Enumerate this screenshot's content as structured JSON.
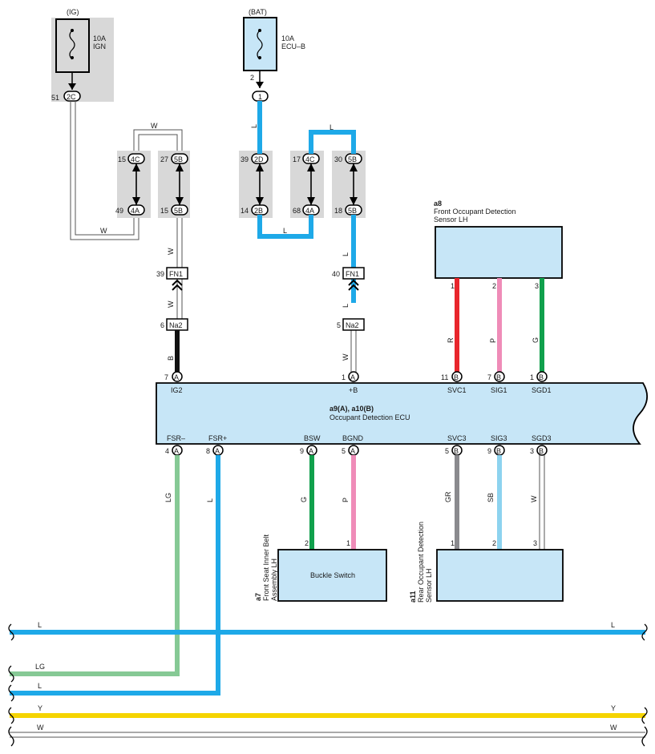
{
  "fuses": [
    {
      "source": "(IG)",
      "rating": "10A",
      "name": "IGN"
    },
    {
      "source": "(BAT)",
      "rating": "10A",
      "name": "ECU–B"
    }
  ],
  "pins": {
    "ig_fuse_pin": "51",
    "ig_fuse_conn": "2C",
    "bat_fuse_pin": "2",
    "bat_fuse_conn": "1",
    "j1_top_pin": "15",
    "j1_top_conn": "4C",
    "j1_bot_pin": "49",
    "j1_bot_conn": "4A",
    "j2_top_pin": "27",
    "j2_top_conn": "5B",
    "j2_bot_pin": "15",
    "j2_bot_conn": "5B",
    "j3_top_pin": "39",
    "j3_top_conn": "2D",
    "j3_bot_pin": "14",
    "j3_bot_conn": "2B",
    "j4_top_pin": "17",
    "j4_top_conn": "4C",
    "j4_bot_pin": "68",
    "j4_bot_conn": "4A",
    "j5_top_pin": "30",
    "j5_top_conn": "5B",
    "j5_bot_pin": "18",
    "j5_bot_conn": "5B",
    "fn1_left_pin": "39",
    "fn1_right_pin": "40",
    "fn1_name": "FN1",
    "na2_left_pin": "6",
    "na2_right_pin": "5",
    "na2_name": "Na2",
    "ecu_ig2_pin": "7",
    "ecu_b_pin": "1",
    "ecu_svc1_pin": "11",
    "ecu_sig1_pin": "7",
    "ecu_sgd1_pin": "1",
    "ecu_fsrm_pin": "4",
    "ecu_fsrp_pin": "8",
    "ecu_bsw_pin": "9",
    "ecu_bgnd_pin": "5",
    "ecu_svc3_pin": "5",
    "ecu_sig3_pin": "9",
    "ecu_sgd3_pin": "3",
    "conn_A": "A",
    "conn_B": "B",
    "a8_p1": "1",
    "a8_p2": "2",
    "a8_p3": "3",
    "a7_p2": "2",
    "a7_p1": "1",
    "a11_p1": "1",
    "a11_p2": "2",
    "a11_p3": "3"
  },
  "ecu": {
    "id": "a9(A), a10(B)",
    "name": "Occupant Detection ECU",
    "terms_top": [
      "IG2",
      "+B",
      "SVC1",
      "SIG1",
      "SGD1"
    ],
    "terms_bottom": [
      "FSR–",
      "FSR+",
      "BSW",
      "BGND",
      "SVC3",
      "SIG3",
      "SGD3"
    ]
  },
  "components": {
    "a8": {
      "id": "a8",
      "line1": "Front Occupant Detection",
      "line2": "Sensor LH"
    },
    "a7": {
      "id": "a7",
      "line1": "Front Seat Inner Belt",
      "line2": "Assembly LH",
      "box": "Buckle Switch"
    },
    "a11": {
      "id": "a11",
      "line1": "Rear Occupant Detection",
      "line2": "Sensor LH"
    }
  },
  "wire_labels": {
    "w_top": "W",
    "w_bottom": "W",
    "w_ig2_1": "W",
    "w_ig2_2": "W",
    "w_ig2_3": "B",
    "l_bat": "L",
    "l_mid": "L",
    "l_top": "L",
    "l_b1": "L",
    "l_b2": "L",
    "w_b3": "W",
    "r": "R",
    "p": "P",
    "g": "G",
    "lg": "LG",
    "l_fsr": "L",
    "g_bsw": "G",
    "p_bgnd": "P",
    "gr": "GR",
    "sb": "SB",
    "w_sgd3": "W"
  },
  "buses": [
    {
      "name": "L",
      "color": "#1ea9e8"
    },
    {
      "name": "LG",
      "color": "#86c995"
    },
    {
      "name": "L",
      "color": "#1ea9e8"
    },
    {
      "name": "Y",
      "color": "#f5d400"
    },
    {
      "name": "W",
      "color": "#ffffff"
    }
  ],
  "colors": {
    "blue": "#1ea9e8",
    "red": "#e8262c",
    "pink": "#ef8cb8",
    "green": "#10a04c",
    "lightgreen": "#86c995",
    "gray": "#8a8a8e",
    "skyblue": "#8dd3ef",
    "yellow": "#f5d400",
    "boxfill": "#c7e6f7",
    "junction": "#d8d8d8"
  }
}
